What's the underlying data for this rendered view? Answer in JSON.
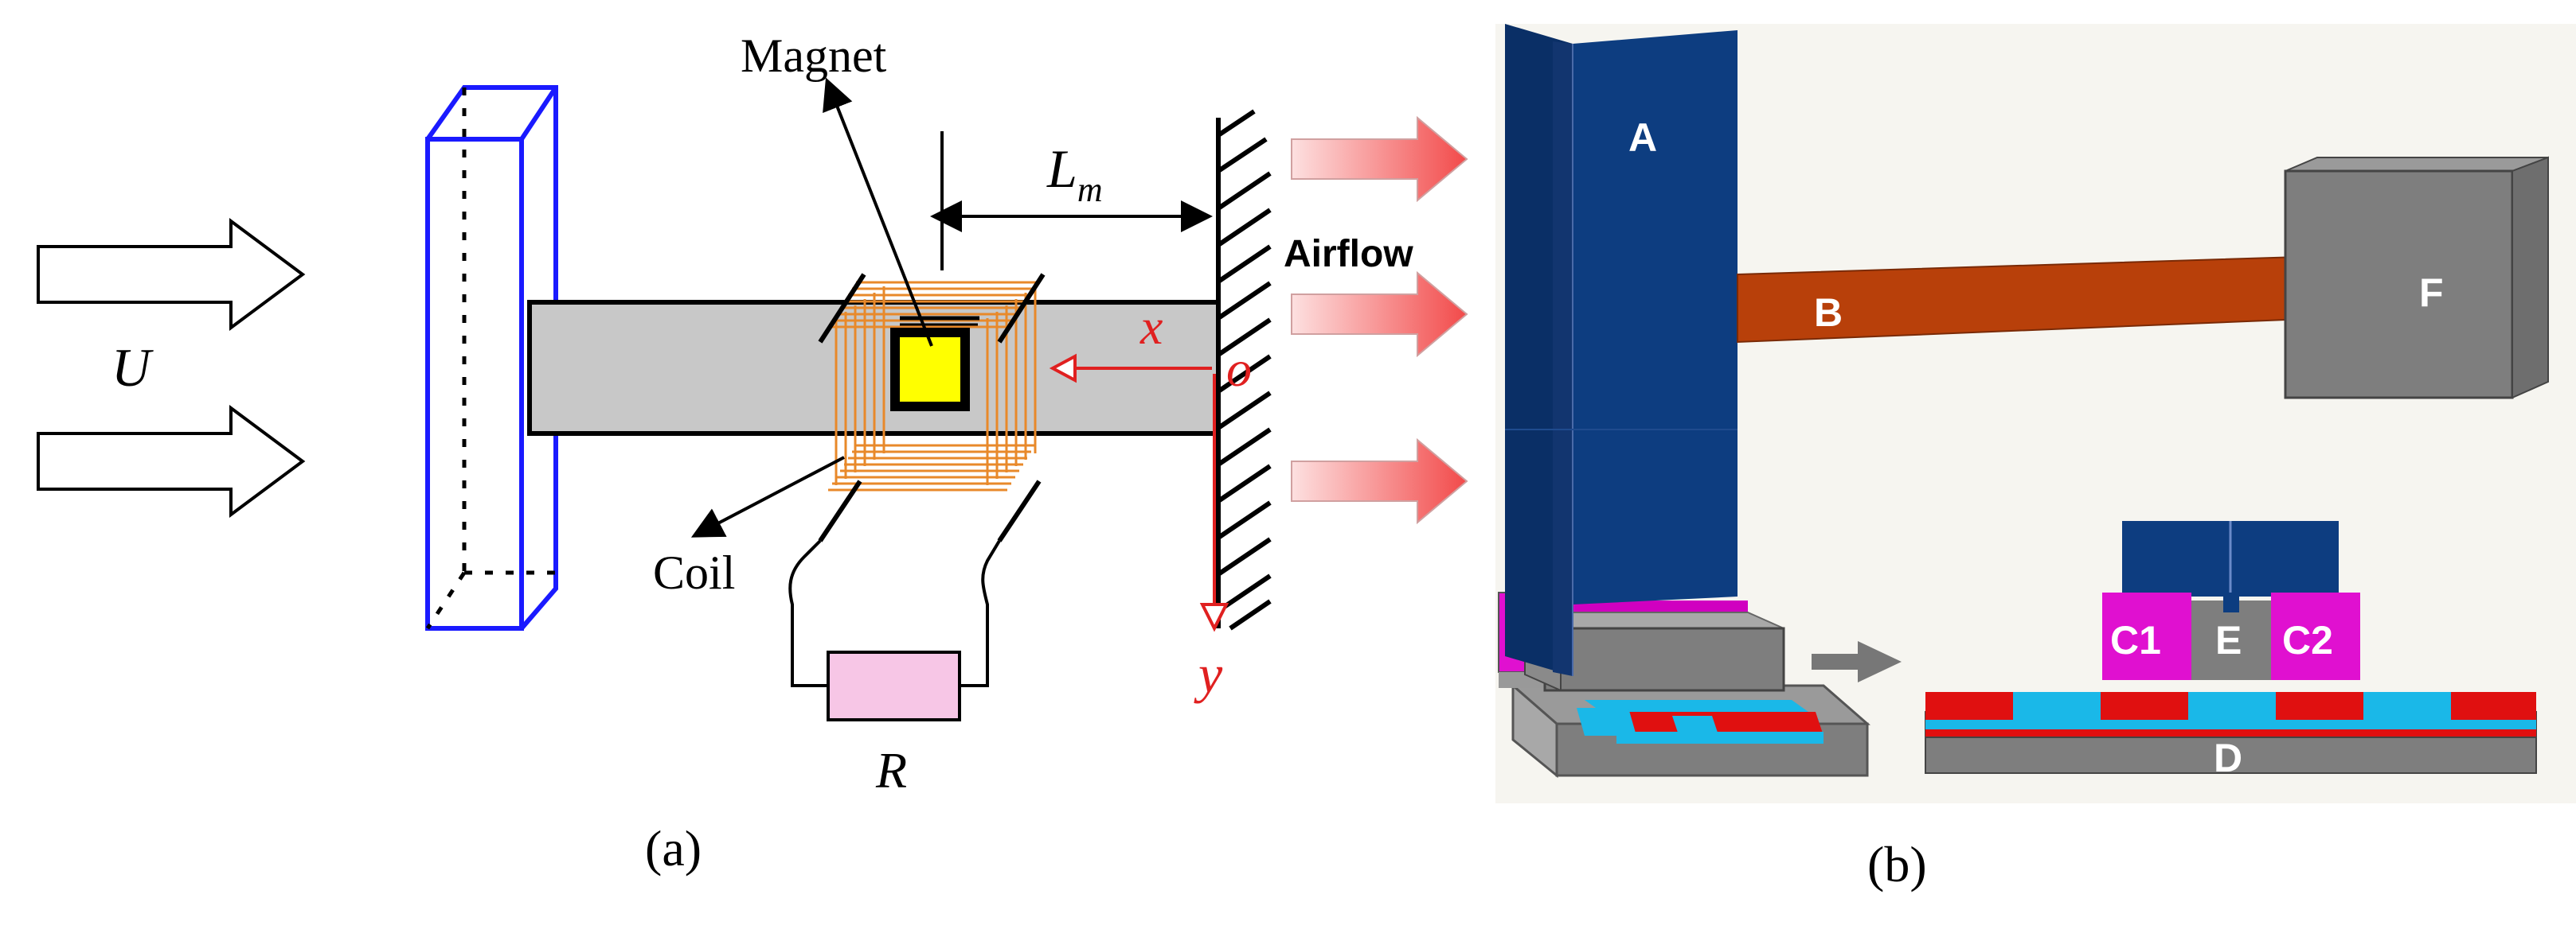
{
  "panel_a": {
    "magnet_label": "Magnet",
    "length_label": "L",
    "length_subscript": "m",
    "airflow_label": "Airflow",
    "velocity_label": "U",
    "x_axis_label": "x",
    "origin_label": "o",
    "y_axis_label": "y",
    "coil_label": "Coil",
    "resistor_label": "R",
    "caption": "(a)"
  },
  "panel_b": {
    "label_a": "A",
    "label_b": "B",
    "label_f": "F",
    "label_c1": "C1",
    "label_e": "E",
    "label_c2": "C2",
    "label_d": "D",
    "caption": "(b)"
  },
  "colors": {
    "bluff_body_outline": "#1a1aff",
    "beam_fill": "#c8c8c8",
    "magnet_fill": "#ffff00",
    "coil_color": "#e8892a",
    "resistor_fill": "#f7c6e6",
    "axis_red": "#e02020",
    "dark_blue": "#0b3a7a",
    "rust_beam": "#b8400a",
    "magenta": "#e010d0",
    "cyan": "#1ab8e8",
    "red_strip": "#e01010"
  }
}
